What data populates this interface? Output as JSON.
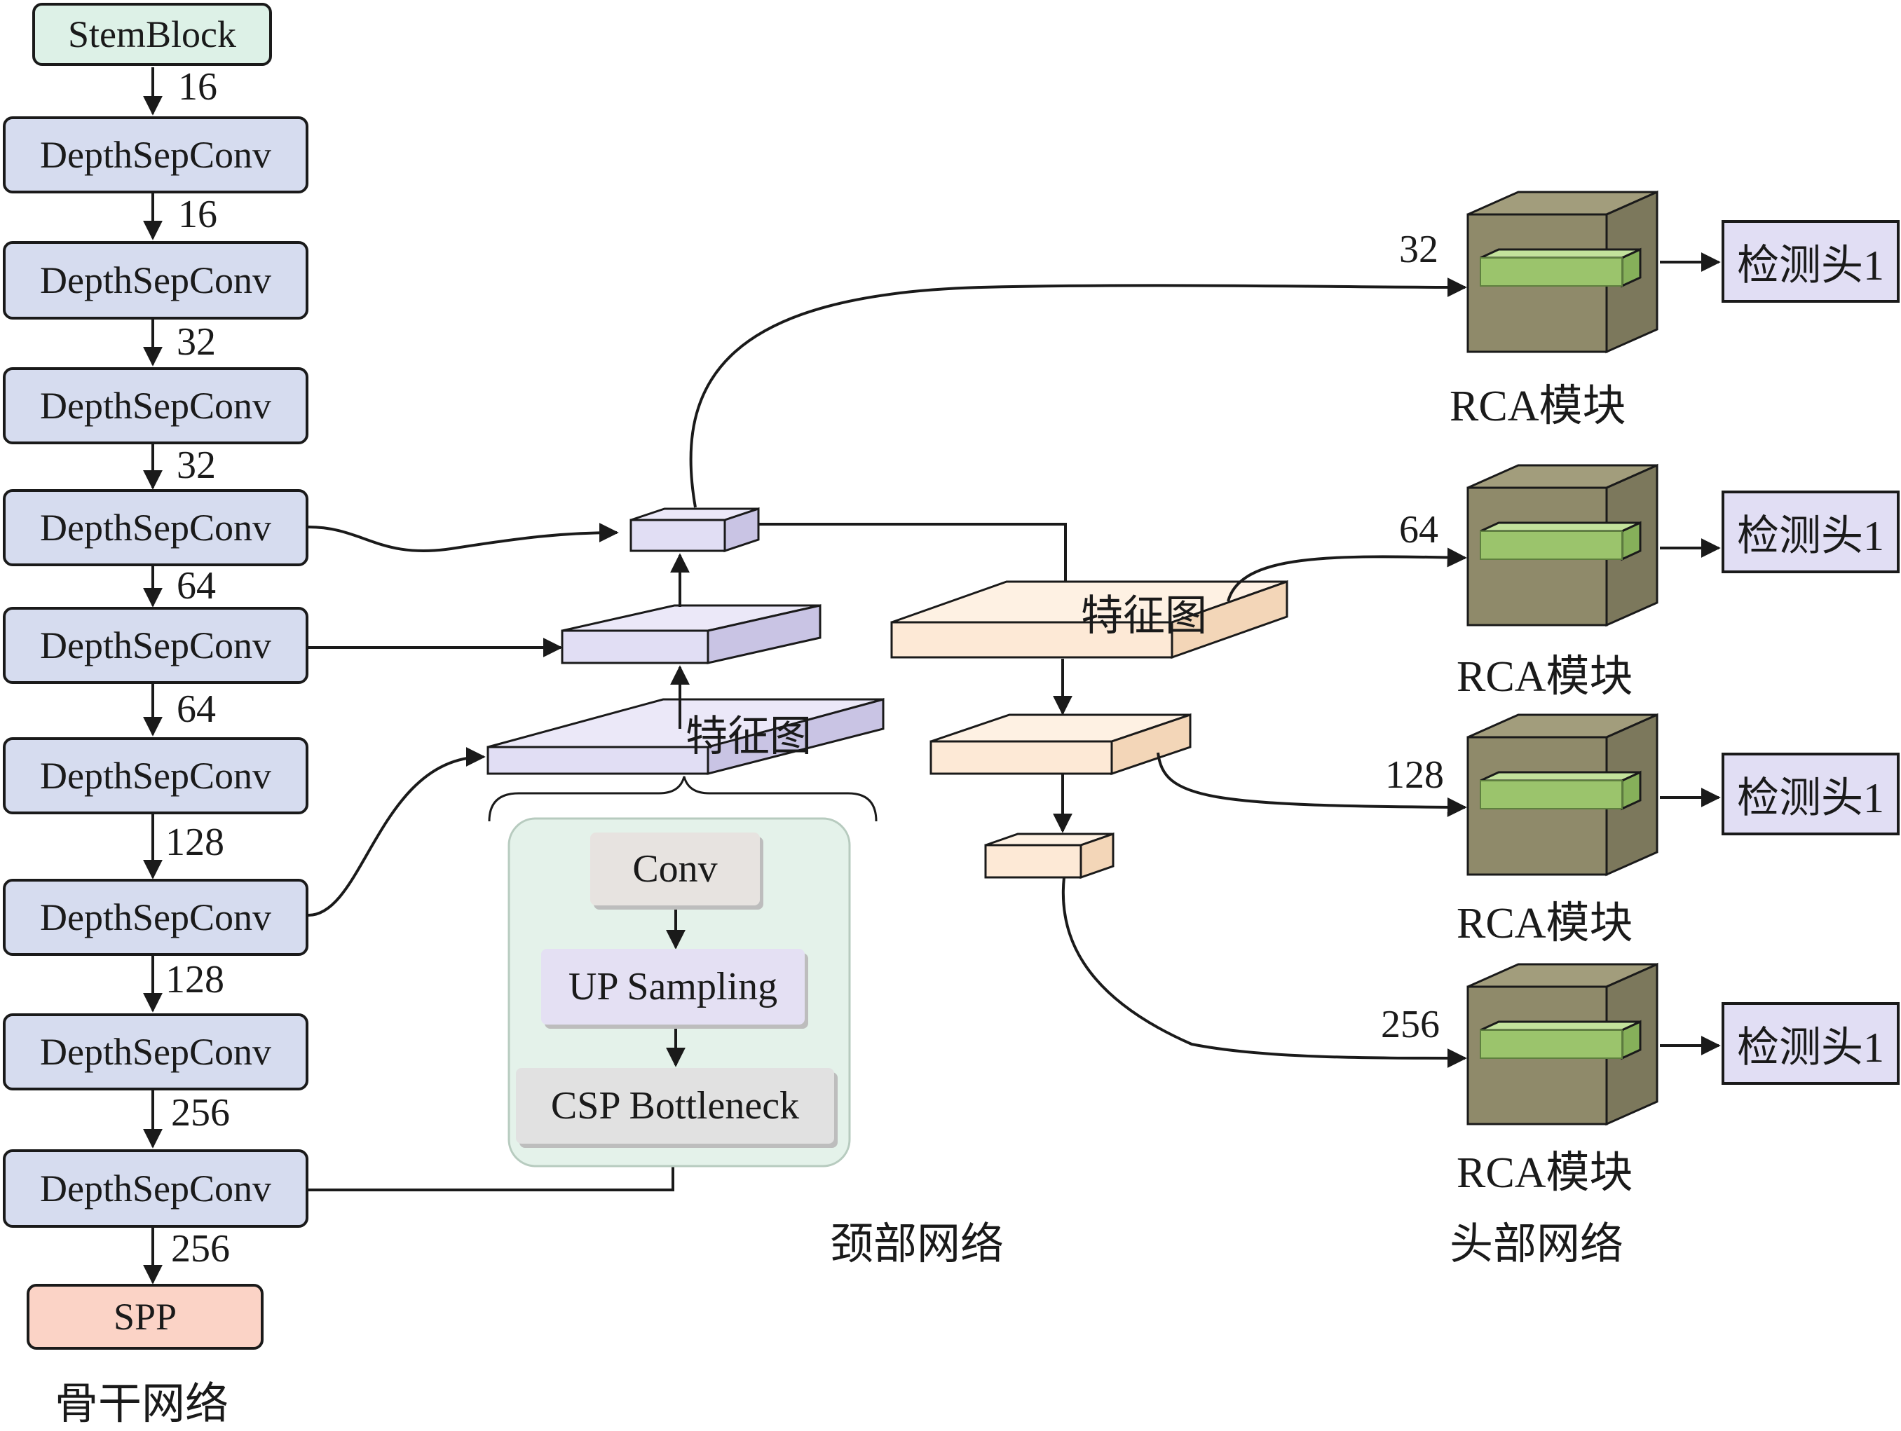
{
  "backbone": {
    "title": "骨干网络",
    "stem": "StemBlock",
    "conv_label": "DepthSepConv",
    "spp": "SPP",
    "channels": [
      "16",
      "16",
      "32",
      "32",
      "64",
      "64",
      "128",
      "128",
      "256",
      "256"
    ]
  },
  "neck": {
    "title": "颈部网络",
    "feature_map_label": "特征图",
    "module": [
      "Conv",
      "UP Sampling",
      "CSP Bottleneck"
    ]
  },
  "head": {
    "title": "头部网络",
    "rca_label": "RCA模块",
    "detect_label": "检测头1",
    "channels": [
      "32",
      "64",
      "128",
      "256"
    ]
  },
  "colors": {
    "backbone_block": "#d6dcef",
    "stem_block": "#ddf1e7",
    "spp_block": "#fbd3c6",
    "neck_purple": "#e1def4",
    "neck_peach": "#fde9d6",
    "rca_cube": "#8f8a6a",
    "rca_inner": "#9bc46c",
    "module_panel": "#e4f2ea"
  }
}
